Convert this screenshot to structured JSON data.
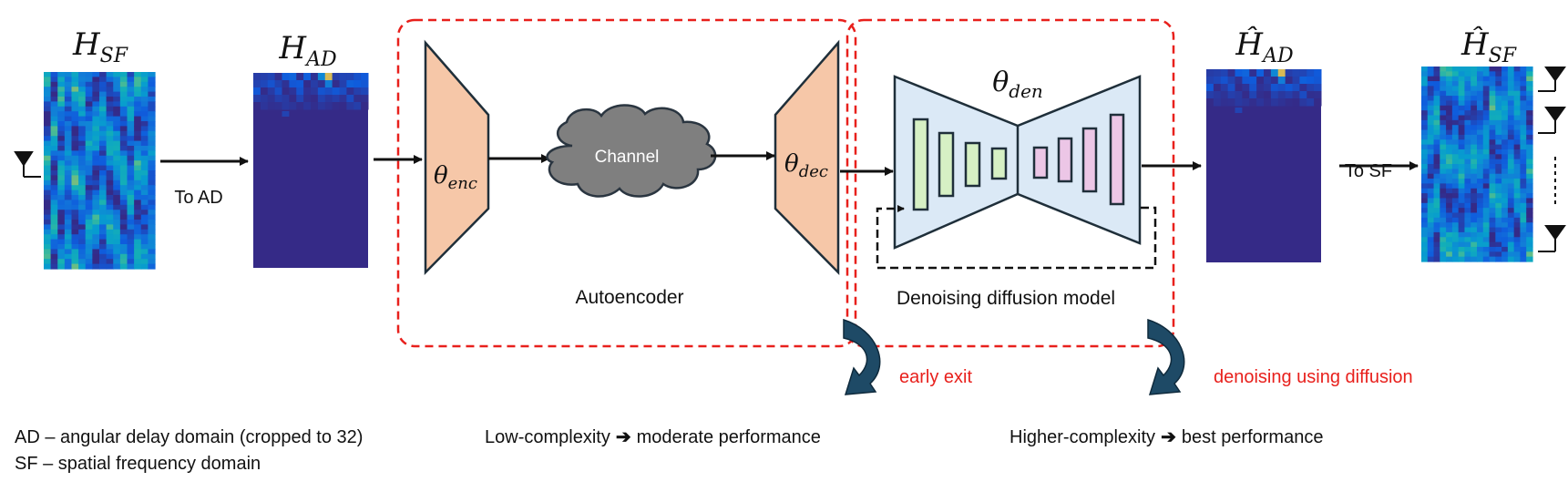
{
  "matrices": {
    "h_sf": {
      "symbol": "H",
      "sub": "SF"
    },
    "h_ad": {
      "symbol": "H",
      "sub": "AD"
    },
    "h_ad_hat": {
      "symbol": "Ĥ",
      "sub": "AD"
    },
    "h_sf_hat": {
      "symbol": "Ĥ",
      "sub": "SF"
    }
  },
  "transforms": {
    "to_ad": "To AD",
    "to_sf": "To SF"
  },
  "autoencoder": {
    "label": "Autoencoder",
    "encoder": {
      "symbol": "θ",
      "sub": "enc"
    },
    "decoder": {
      "symbol": "θ",
      "sub": "dec"
    },
    "channel": "Channel",
    "fill": "#f6c7a8"
  },
  "diffusion": {
    "label": "Denoising diffusion model",
    "denoiser": {
      "symbol": "θ",
      "sub": "den"
    },
    "fill": "#dbe9f6",
    "encoder_bar_color": "#d6f0c4",
    "decoder_bar_color": "#ecc6e6"
  },
  "exits": {
    "early": "early exit",
    "diffusion": "denoising using diffusion",
    "arrow_color": "#1e4a66"
  },
  "accents": {
    "dashed_box": "#e8201c",
    "exit_text": "#e8201c"
  },
  "notes": {
    "low": {
      "left": "Low-complexity",
      "right": "moderate performance"
    },
    "high": {
      "left": "Higher-complexity",
      "right": "best performance"
    }
  },
  "legend": [
    "AD – angular delay domain (cropped to 32)",
    "SF – spatial frequency domain"
  ]
}
